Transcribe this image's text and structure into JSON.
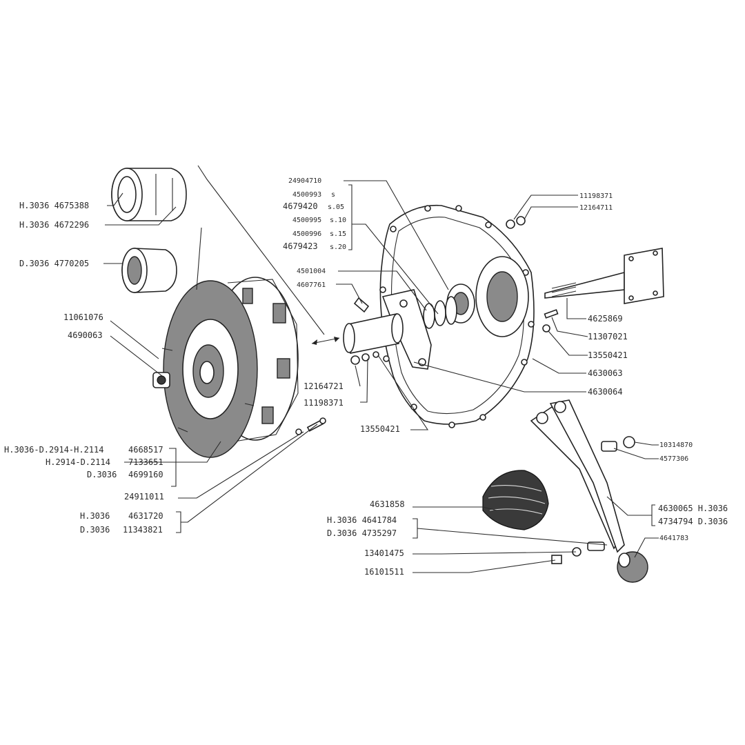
{
  "labels": {
    "l_4675388": "H.3036 4675388",
    "l_4672296": "H.3036 4672296",
    "l_4770205": "D.3036 4770205",
    "l_11061076": "11061076",
    "l_4690063": "4690063",
    "l_4668517_app": "H.3036-D.2914-H.2114",
    "l_4668517": "4668517",
    "l_7133651_app": "H.2914-D.2114",
    "l_7133651": "7133651",
    "l_4699160_app": "D.3036",
    "l_4699160": "4699160",
    "l_24911011": "24911011",
    "l_4631720_app": "H.3036",
    "l_4631720": "4631720",
    "l_11343821_app": "D.3036",
    "l_11343821": "11343821",
    "l_24904710": "24904710",
    "l_4500993": "4500993",
    "l_4500993_s": "s",
    "l_4679420": "4679420",
    "l_4679420_s": "s.05",
    "l_4500995": "4500995",
    "l_4500995_s": "s.10",
    "l_4500996": "4500996",
    "l_4500996_s": "s.15",
    "l_4679423": "4679423",
    "l_4679423_s": "s.20",
    "l_4501004": "4501004",
    "l_4607761": "4607761",
    "l_12164721_a": "12164721",
    "l_11198371_a": "11198371",
    "l_13550421_a": "13550421",
    "l_11198371_b": "11198371",
    "l_12164711": "12164711",
    "l_4625869": "4625869",
    "l_11307021": "11307021",
    "l_13550421_b": "13550421",
    "l_4630063": "4630063",
    "l_4630064": "4630064",
    "l_10314870": "10314870",
    "l_4577306": "4577306",
    "l_4630065": "4630065 H.3036",
    "l_4734794": "4734794 D.3036",
    "l_4641783": "4641783",
    "l_4631858": "4631858",
    "l_4641784": "H.3036 4641784",
    "l_4735297": "D.3036 4735297",
    "l_13401475": "13401475",
    "l_16101511": "16101511"
  }
}
